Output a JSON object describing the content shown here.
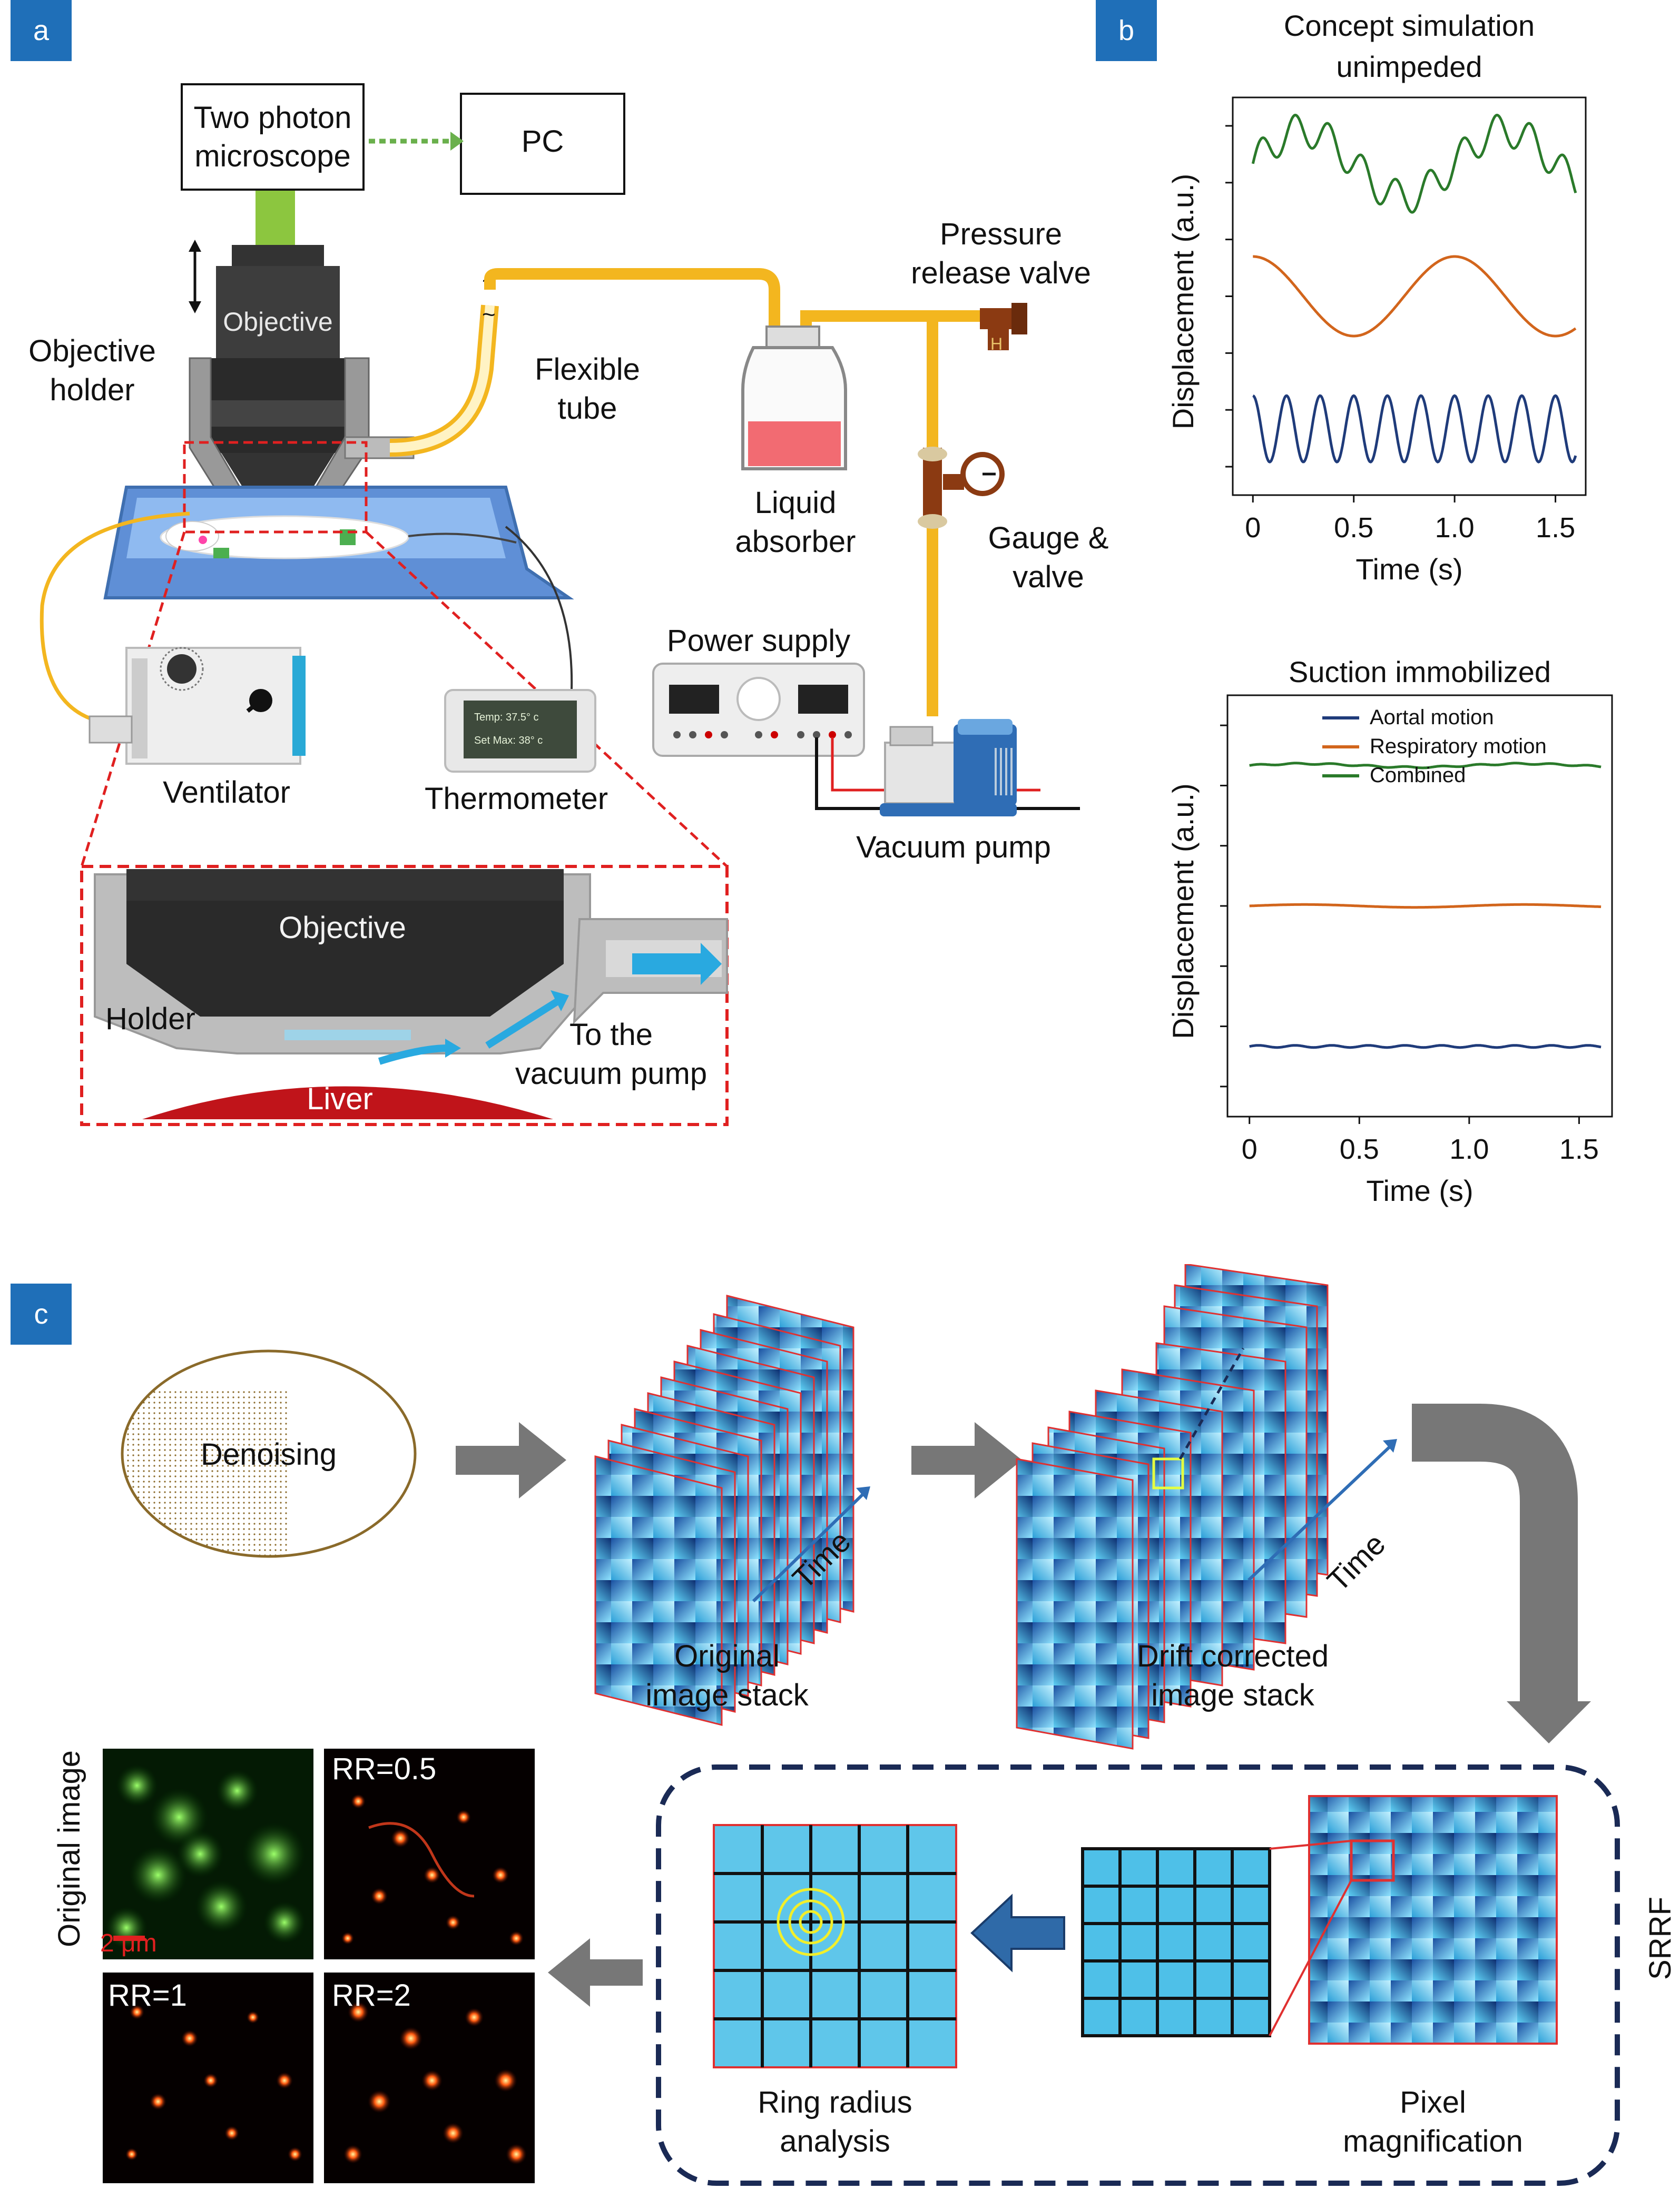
{
  "panels": {
    "a": "a",
    "b": "b",
    "c": "c"
  },
  "panel_a": {
    "two_photon": "Two photon\nmicroscope",
    "pc": "PC",
    "objective_top": "Objective",
    "objective_holder": "Objective\nholder",
    "flexible_tube": "Flexible\ntube",
    "pressure_release_valve": "Pressure\nrelease valve",
    "liquid_absorber": "Liquid\nabsorber",
    "gauge_valve": "Gauge &\nvalve",
    "power_supply": "Power supply",
    "ventilator": "Ventilator",
    "thermometer": "Thermometer",
    "thermo_temp": "Temp: 37.5° c",
    "thermo_setmax": "Set Max: 38° c",
    "vacuum_pump": "Vacuum pump",
    "inset": {
      "objective": "Objective",
      "holder": "Holder",
      "to_vacuum": "To the\nvacuum pump",
      "liver": "Liver"
    }
  },
  "colors": {
    "tag_blue": "#1f6fb8",
    "tube_yellow": "#f3b61f",
    "series_aortal": "#1f3b7a",
    "series_respiratory": "#d2651c",
    "series_combined": "#2a7a2a",
    "dashed_red": "#e02020",
    "srrf_border": "#1a2a55",
    "tile_cyan": "#3aaed8",
    "arrow_gray": "#777777",
    "arrow_blue": "#2f6aa8"
  },
  "chart_data": [
    {
      "type": "line",
      "title": "Concept simulation\nunimpeded",
      "xlabel": "Time (s)",
      "ylabel": "Displacement (a.u.)",
      "xlim": [
        -0.1,
        1.65
      ],
      "xticks": [
        "0",
        "0.5",
        "1.0",
        "1.5"
      ],
      "xtick_values": [
        0,
        0.5,
        1.0,
        1.5
      ],
      "series": [
        {
          "type_note": "combined",
          "color": "#2a7a2a",
          "baseline": 2.0,
          "components": [
            {
              "amp": 0.5,
              "freq": 1.0,
              "phase": 0
            },
            {
              "amp": 0.25,
              "freq": 6.0,
              "phase": 0
            }
          ]
        },
        {
          "type_note": "respiratory",
          "color": "#d2651c",
          "baseline": 0.0,
          "components": [
            {
              "amp": 0.6,
              "freq": 1.0,
              "phase": 1.5708
            }
          ]
        },
        {
          "type_note": "aortal",
          "color": "#1f3b7a",
          "baseline": -2.0,
          "components": [
            {
              "amp": 0.5,
              "freq": 6.0,
              "phase": 1.5708
            }
          ]
        }
      ],
      "grid": false
    },
    {
      "type": "line",
      "title": "Suction immobilized",
      "xlabel": "Time (s)",
      "ylabel": "Displacement (a.u.)",
      "xlim": [
        -0.1,
        1.65
      ],
      "xticks": [
        "0",
        "0.5",
        "1.0",
        "1.5"
      ],
      "xtick_values": [
        0,
        0.5,
        1.0,
        1.5
      ],
      "legend_position": "top-right",
      "series": [
        {
          "name": "Aortal motion",
          "color": "#1f3b7a",
          "baseline": -2.0,
          "components": [
            {
              "amp": 0.015,
              "freq": 6.0,
              "phase": 0
            }
          ]
        },
        {
          "name": "Respiratory motion",
          "color": "#d2651c",
          "baseline": 0.0,
          "components": [
            {
              "amp": 0.02,
              "freq": 1.0,
              "phase": 0
            }
          ]
        },
        {
          "name": "Combined",
          "color": "#2a7a2a",
          "baseline": 2.0,
          "components": [
            {
              "amp": 0.025,
              "freq": 1.0,
              "phase": 0
            },
            {
              "amp": 0.01,
              "freq": 6.0,
              "phase": 0
            }
          ]
        }
      ],
      "grid": false
    }
  ],
  "panel_c": {
    "denoising": "Denoising",
    "time1": "Time",
    "time2": "Time",
    "original_stack": "Original\nimage stack",
    "drift_stack": "Drift corrected\nimage stack",
    "ring_radius": "Ring radius\nanalysis",
    "pixel_mag": "Pixel\nmagnification",
    "srrf": "SRRF",
    "original_image": "Original image",
    "scalebar": "2 μm",
    "rr05": "RR=0.5",
    "rr1": "RR=1",
    "rr2": "RR=2"
  }
}
